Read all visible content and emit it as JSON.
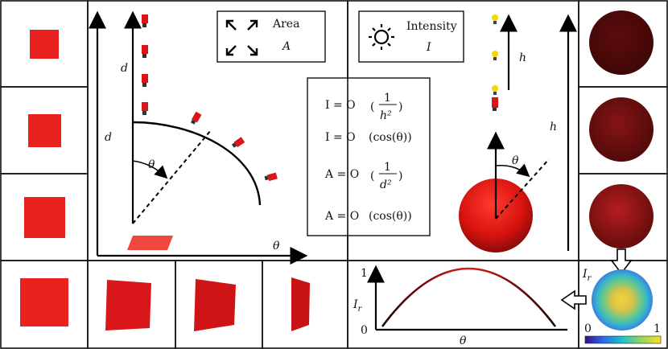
{
  "area_legend": {
    "title": "Area",
    "symbol": "A"
  },
  "intensity_legend": {
    "title": "Intensity",
    "symbol": "I"
  },
  "left_diagram": {
    "d_label_top": "d",
    "d_label_side": "d",
    "theta_label": "θ",
    "x_axis_label": "θ"
  },
  "right_diagram": {
    "h_label_top": "h",
    "h_label_side": "h",
    "theta_label": "θ"
  },
  "formulas": [
    {
      "lhs": "I = O",
      "num": "1",
      "den": "h²",
      "fraction": true
    },
    {
      "lhs": "I = O",
      "arg": "(cos(θ))",
      "fraction": false
    },
    {
      "lhs": "A = O",
      "num": "1",
      "den": "d²",
      "fraction": true
    },
    {
      "lhs": "A = O",
      "arg": "(cos(θ))",
      "fraction": false
    }
  ],
  "response_plot": {
    "y_label": "I",
    "y_sub": "r",
    "x_label": "θ",
    "y_max_tick": "1",
    "y_min_tick": "0"
  },
  "colorbar": {
    "label": "I",
    "label_sub": "r",
    "min": "0",
    "max": "1"
  },
  "colors": {
    "red": "#e8231f",
    "dark_red": "#5a0a0a",
    "mid_red": "#7a1010",
    "bright_red": "#a81616"
  }
}
